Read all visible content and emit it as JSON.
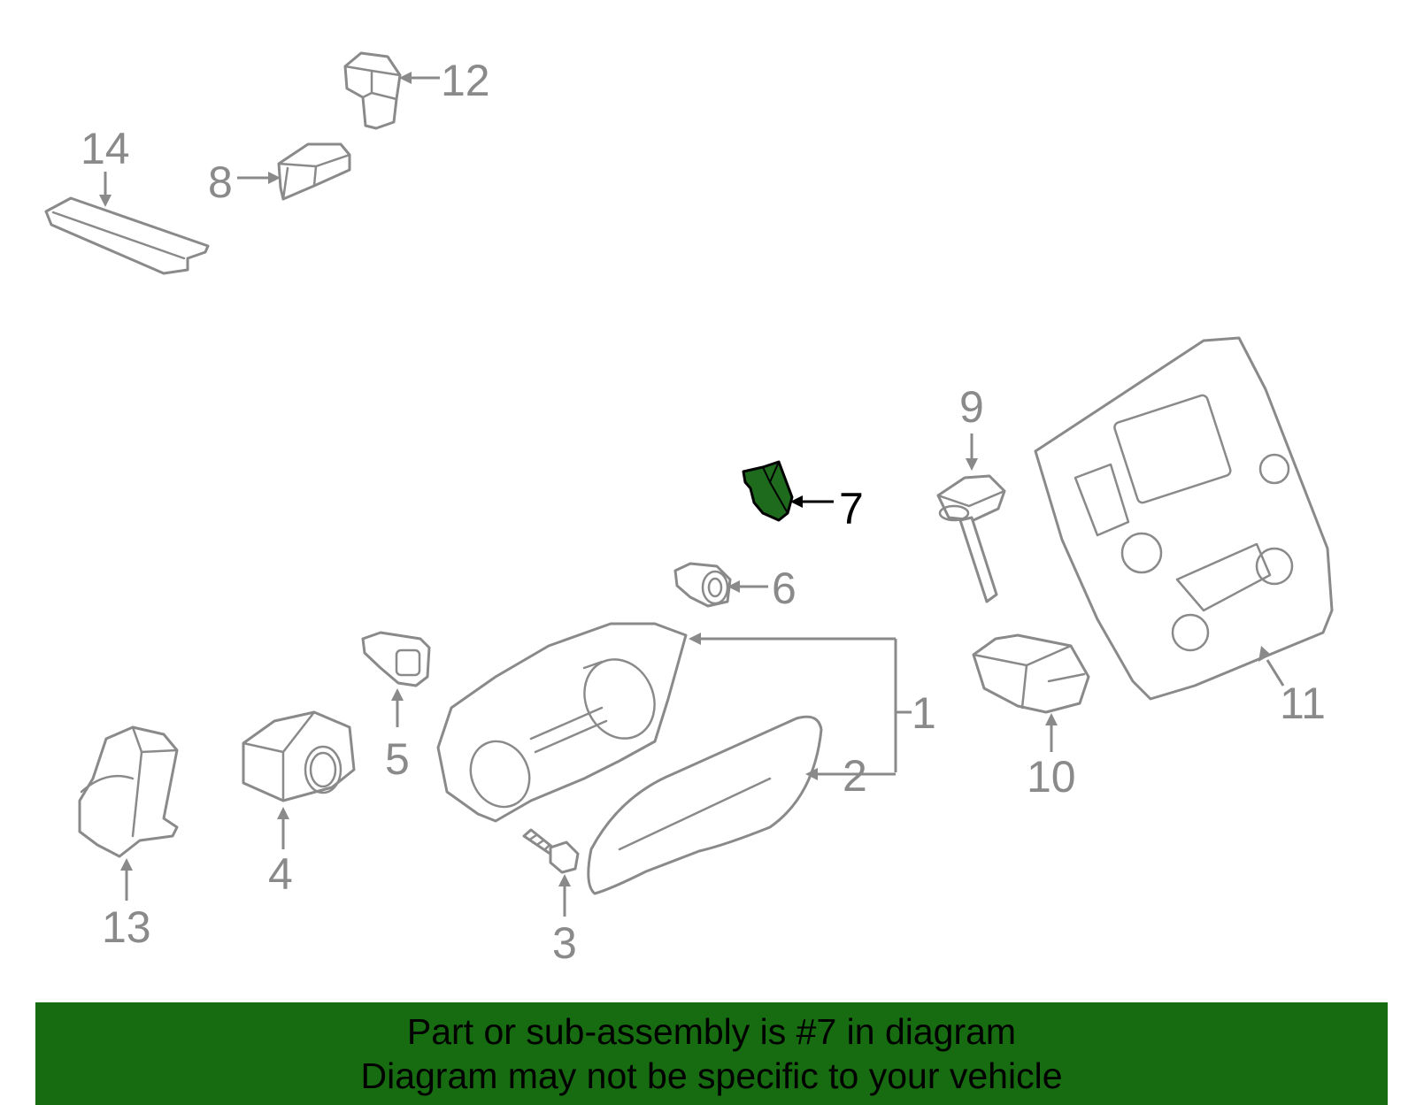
{
  "callouts": {
    "c1": "1",
    "c2": "2",
    "c3": "3",
    "c4": "4",
    "c5": "5",
    "c6": "6",
    "c7": "7",
    "c8": "8",
    "c9": "9",
    "c10": "10",
    "c11": "11",
    "c12": "12",
    "c13": "13",
    "c14": "14"
  },
  "highlight": {
    "part": "7",
    "color": "#1e6b1e"
  },
  "banner": {
    "line1": "Part or sub-assembly is #7 in diagram",
    "line2": "Diagram may not be specific to your vehicle",
    "background": "#176b10"
  },
  "colors": {
    "line": "#8a8a8a",
    "text": "#000000"
  }
}
